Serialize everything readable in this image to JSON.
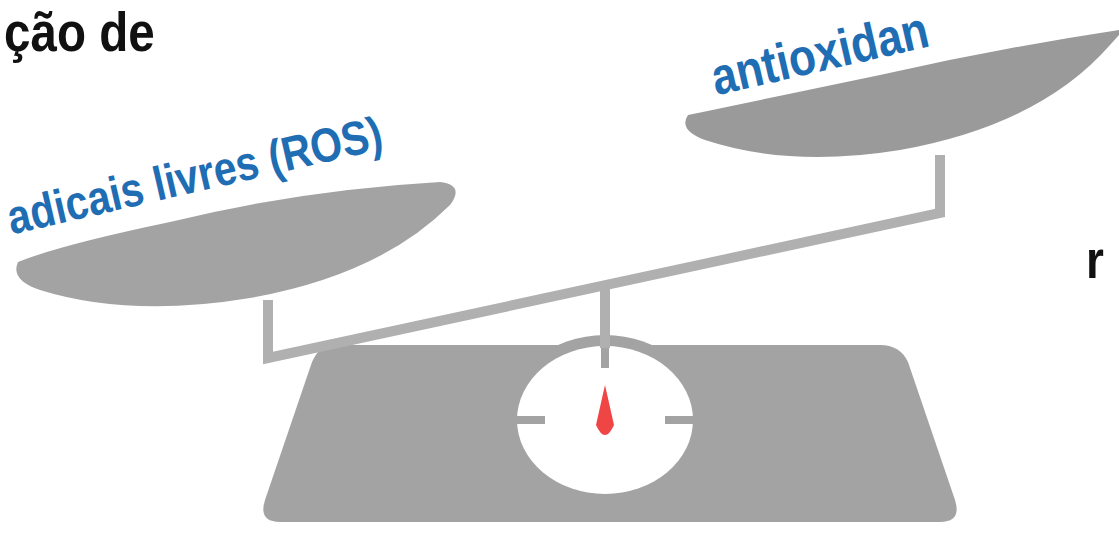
{
  "diagram": {
    "labels": [
      "ção de",
      "adicais livres (ROS)",
      "antioxidan",
      "r"
    ]
  }
}
